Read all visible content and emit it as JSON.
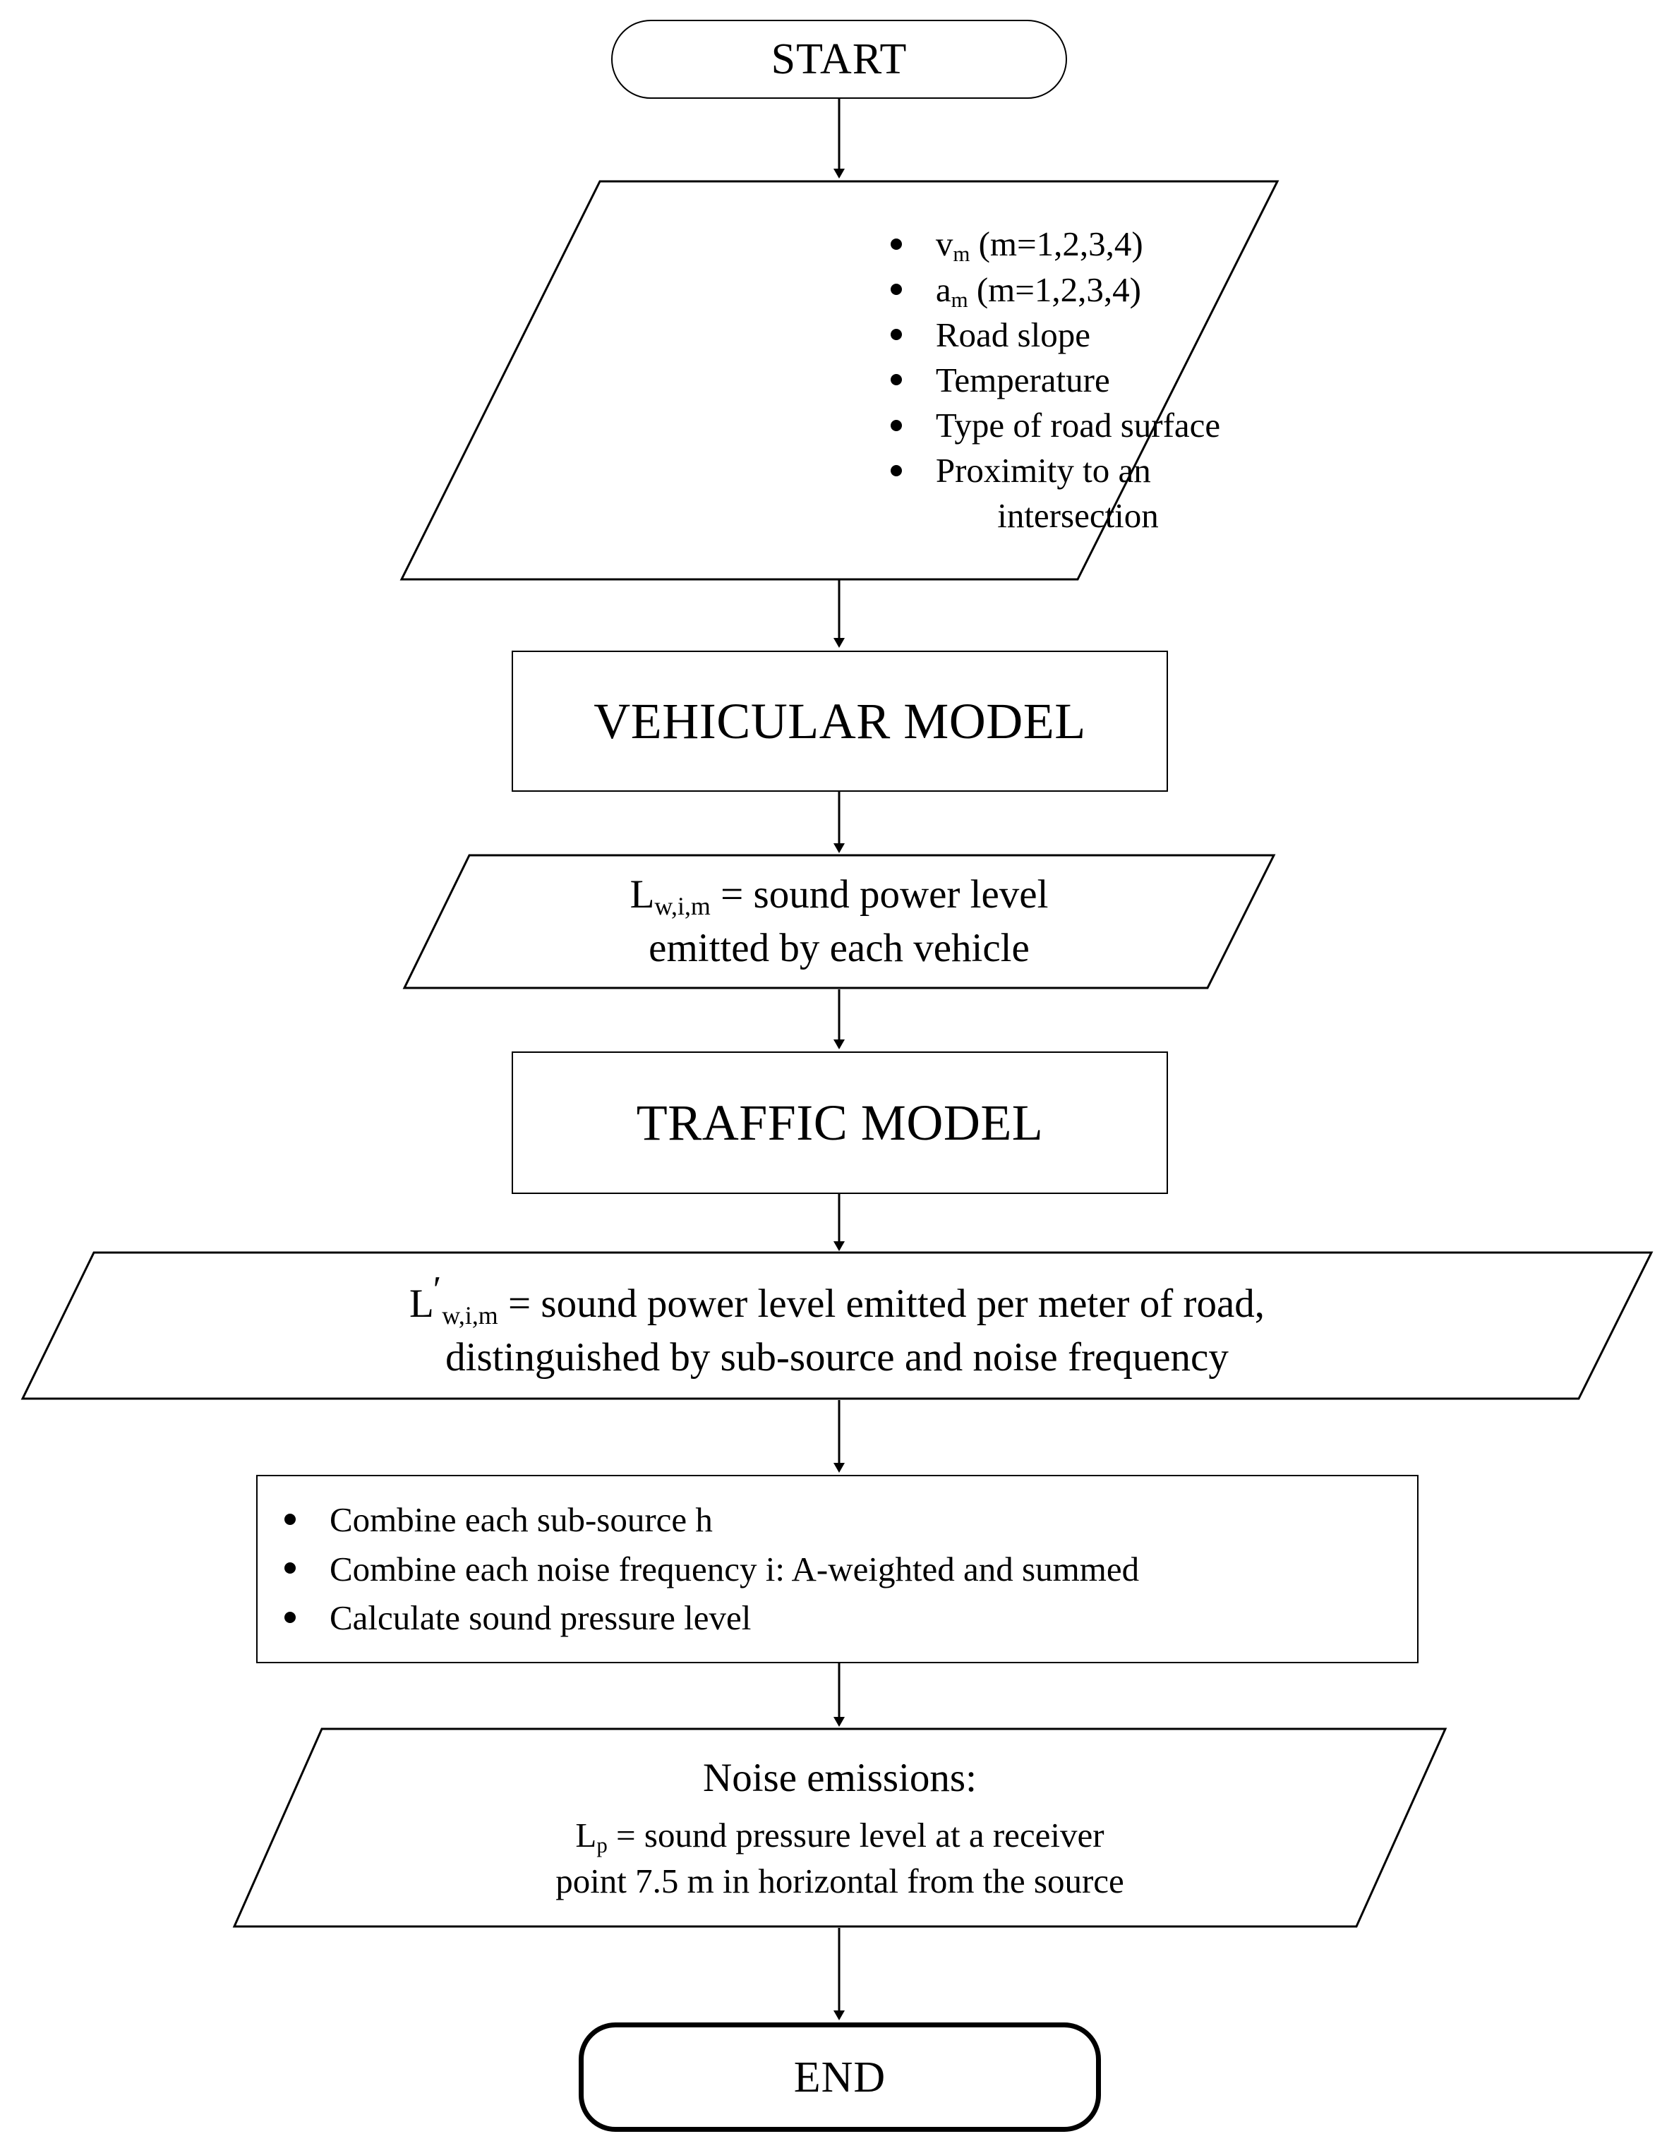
{
  "diagram": {
    "title": "Noise emission model flowchart",
    "stroke_color": "#000000",
    "background_color": "#ffffff"
  },
  "nodes": {
    "start": {
      "type": "terminator",
      "label": "START"
    },
    "inputs": {
      "type": "data-parallelogram",
      "items": [
        {
          "text": "v",
          "sub": "m",
          "rest": " (m=1,2,3,4)"
        },
        {
          "text": "a",
          "sub": "m",
          "rest": " (m=1,2,3,4)"
        },
        {
          "text": "Road slope",
          "sub": "",
          "rest": ""
        },
        {
          "text": "Temperature",
          "sub": "",
          "rest": ""
        },
        {
          "text": "Type of road surface",
          "sub": "",
          "rest": ""
        },
        {
          "text": "Proximity to an",
          "sub": "",
          "rest": ""
        }
      ],
      "continuation": "intersection"
    },
    "vehicular_model": {
      "type": "process",
      "label": "VEHICULAR MODEL"
    },
    "lw_output": {
      "type": "data-parallelogram",
      "symbol": "L",
      "subscript": "w,i,m",
      "line1_rest": " = sound power level",
      "line2": "emitted by each vehicle"
    },
    "traffic_model": {
      "type": "process",
      "label": "TRAFFIC MODEL"
    },
    "lw_prime_output": {
      "type": "data-parallelogram",
      "symbol": "L",
      "prime": "′",
      "subscript": "w,i,m",
      "line1_rest": " = sound power level emitted per meter of road,",
      "line2": "distinguished by sub-source and noise frequency"
    },
    "combine_process": {
      "type": "process",
      "items": [
        "Combine each sub-source h",
        "Combine each noise frequency i: A-weighted and summed",
        "Calculate sound pressure level"
      ]
    },
    "noise_emissions": {
      "type": "data-parallelogram",
      "heading": "Noise emissions:",
      "symbol": "L",
      "subscript": "p",
      "line1_rest": " = sound pressure level at a receiver",
      "line2": "point 7.5 m in horizontal from the source"
    },
    "end": {
      "type": "terminator",
      "label": "END"
    }
  },
  "connectors": [
    {
      "from": "start",
      "to": "inputs"
    },
    {
      "from": "inputs",
      "to": "vehicular_model"
    },
    {
      "from": "vehicular_model",
      "to": "lw_output"
    },
    {
      "from": "lw_output",
      "to": "traffic_model"
    },
    {
      "from": "traffic_model",
      "to": "lw_prime_output"
    },
    {
      "from": "lw_prime_output",
      "to": "combine_process"
    },
    {
      "from": "combine_process",
      "to": "noise_emissions"
    },
    {
      "from": "noise_emissions",
      "to": "end"
    }
  ]
}
